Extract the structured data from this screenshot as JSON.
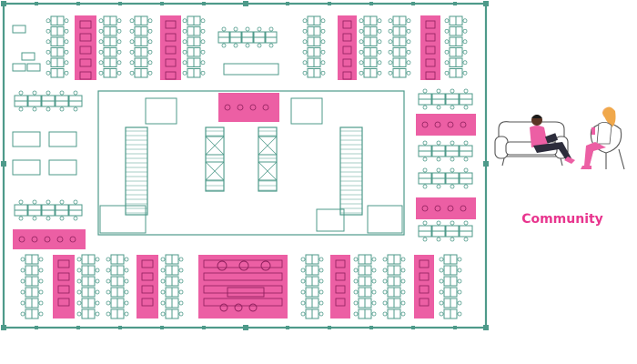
{
  "caption": "Community",
  "colors": {
    "line": "#4e9a8a",
    "highlight": "#ec5fa4",
    "highlight_dark": "#8e1f5c",
    "caption": "#e8358e",
    "skin": "#f5b58a",
    "skin_dark": "#5a3525",
    "hair_dark": "#1a1a1a",
    "hair_light": "#f0a84b",
    "pants_dark": "#2d2d3c",
    "sofa": "#ffffff",
    "sofa_line": "#555555"
  },
  "icons": {
    "illustration": "people-on-sofa-illustration",
    "plan": "office-floor-plan"
  }
}
